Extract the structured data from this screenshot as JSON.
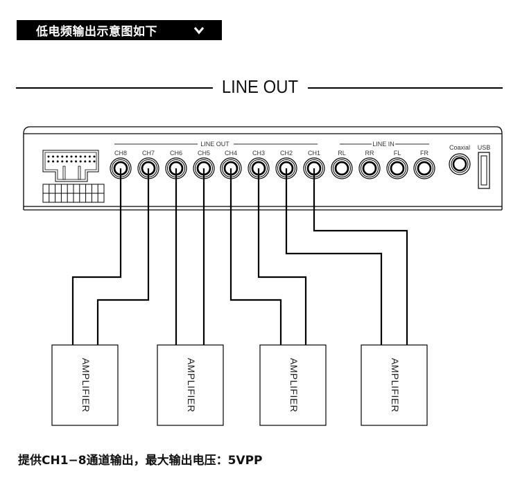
{
  "header": {
    "title": "低电频输出示意图如下",
    "chevron_icon": "chevron-down-icon"
  },
  "section": {
    "title": "LINE OUT"
  },
  "device": {
    "line_out_label": "LINE OUT",
    "line_in_label": "LINE IN",
    "line_out_jacks": [
      "CH8",
      "CH7",
      "CH6",
      "CH5",
      "CH4",
      "CH3",
      "CH2",
      "CH1"
    ],
    "line_in_jacks": [
      "RL",
      "RR",
      "FL",
      "FR"
    ],
    "coaxial_label": "Coaxial",
    "usb_label": "USB"
  },
  "amplifiers": [
    {
      "label": "AMPLIFIER",
      "inputs": [
        "CH8",
        "CH7"
      ]
    },
    {
      "label": "AMPLIFIER",
      "inputs": [
        "CH6",
        "CH5"
      ]
    },
    {
      "label": "AMPLIFIER",
      "inputs": [
        "CH4",
        "CH3"
      ]
    },
    {
      "label": "AMPLIFIER",
      "inputs": [
        "CH2",
        "CH1"
      ]
    }
  ],
  "footer": {
    "note": "提供CH1−8通道输出，最大输出电压：5VPP"
  }
}
